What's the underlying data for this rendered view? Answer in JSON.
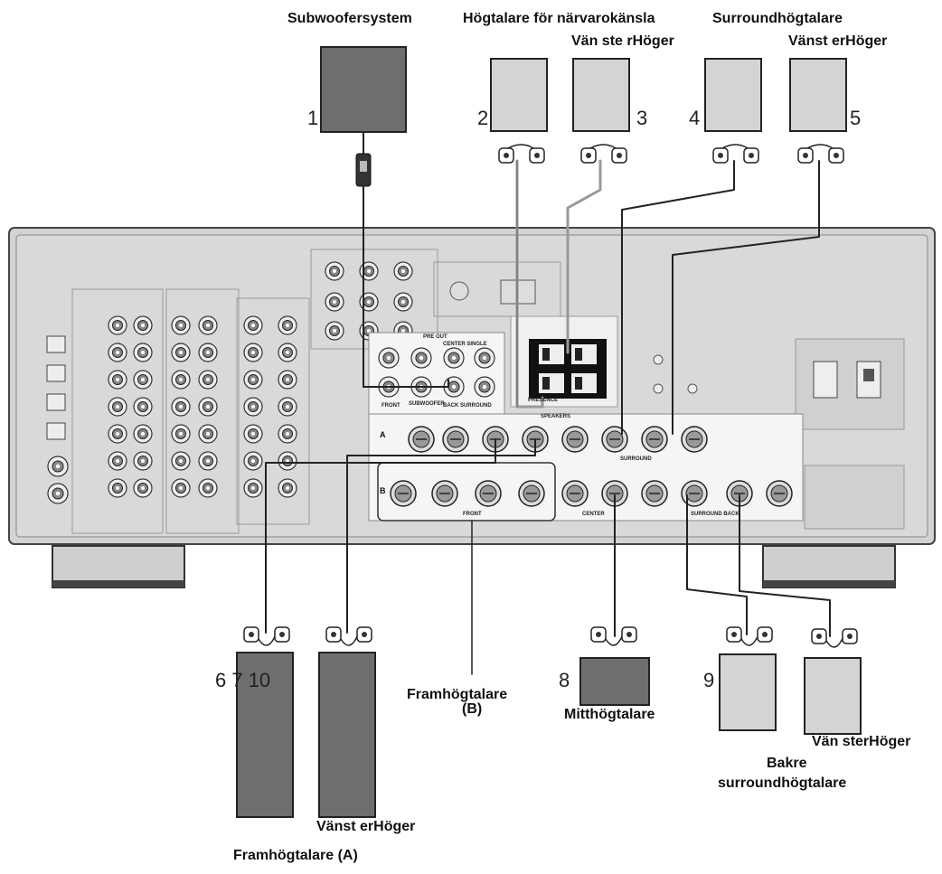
{
  "labels": {
    "subwoofer": "Subwoofersystem",
    "presence": "Högtalare för närvarokänsla",
    "presence_lr": "Vän ste rHöger",
    "surround": "Surroundhögtalare",
    "surround_lr": "Vänst erHöger",
    "front_b_1": "Framhögtalare",
    "front_b_2": "(B)",
    "center": "Mitthögtalare",
    "back_lr": "Vän sterHöger",
    "back_1": "Bakre",
    "back_2": "surroundhögtalare",
    "front_a_lr": "Vänst erHöger",
    "front_a": "Framhögtalare (A)"
  },
  "numbers": {
    "n1": "1",
    "n2": "2",
    "n3": "3",
    "n4": "4",
    "n5": "5",
    "n6": "6 7 10",
    "n8": "8",
    "n9": "9"
  },
  "panel": {
    "pre_out": "PRE OUT",
    "center_single": "CENTER SINGLE",
    "front": "FRONT",
    "subwoofer": "SUBWOOFER",
    "back_surround": "BACK SURROUND",
    "presence": "PRESENCE",
    "speakers": "SPEAKERS",
    "row_a": "A",
    "row_b": "B",
    "surround": "SURROUND",
    "front_b": "FRONT",
    "center": "CENTER",
    "surround_back": "SURROUND BACK"
  }
}
